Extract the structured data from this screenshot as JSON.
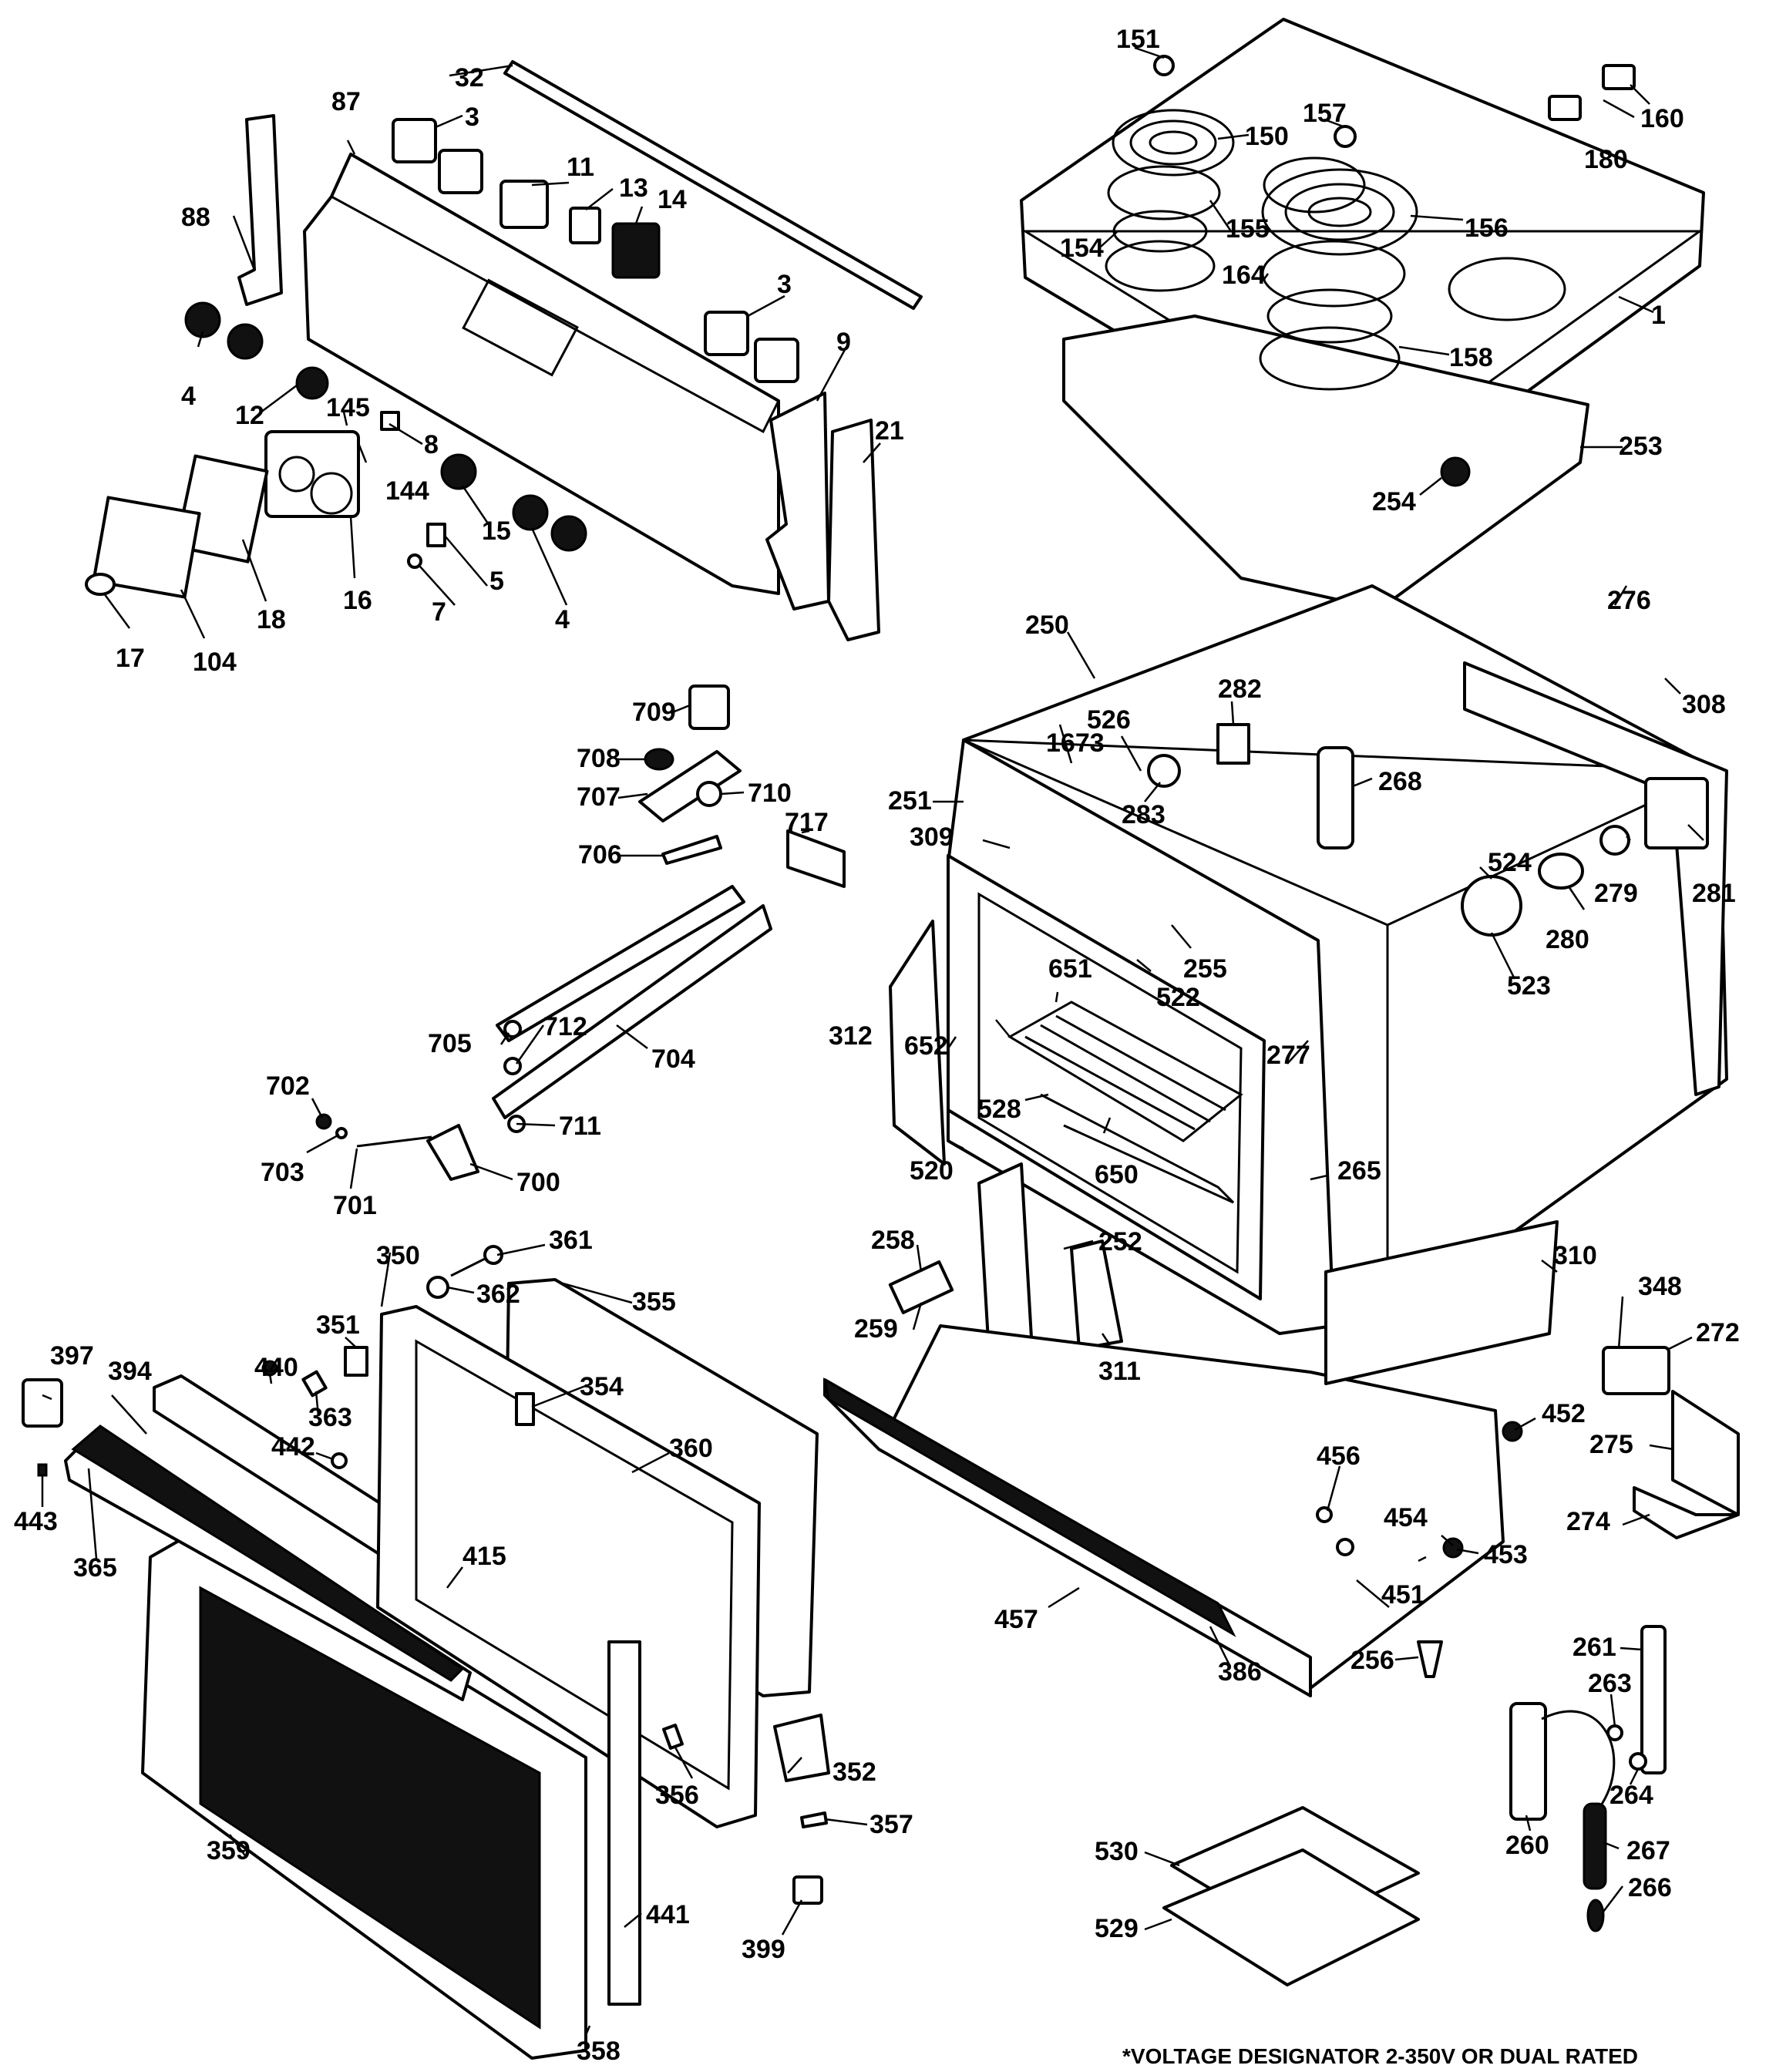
{
  "footer_note": "*VOLTAGE DESIGNATOR 2-350V OR DUAL RATED",
  "labels": {
    "l1": "1",
    "l3a": "3",
    "l3b": "3",
    "l4a": "4",
    "l4b": "4",
    "l5": "5",
    "l7": "7",
    "l8": "8",
    "l9": "9",
    "l11": "11",
    "l12": "12",
    "l13": "13",
    "l14": "14",
    "l15": "15",
    "l16": "16",
    "l17": "17",
    "l18": "18",
    "l21": "21",
    "l32": "32",
    "l87": "87",
    "l88": "88",
    "l104": "104",
    "l144": "144",
    "l145": "145",
    "l150": "150",
    "l151": "151",
    "l154": "154",
    "l155": "155",
    "l156": "156",
    "l157": "157",
    "l158": "158",
    "l160": "160",
    "l164": "164",
    "l180": "180",
    "l250": "250",
    "l251": "251",
    "l252": "252",
    "l253": "253",
    "l254": "254",
    "l255": "255",
    "l256": "256",
    "l258": "258",
    "l259": "259",
    "l260": "260",
    "l261": "261",
    "l263": "263",
    "l264": "264",
    "l265": "265",
    "l266": "266",
    "l267": "267",
    "l268": "268",
    "l272": "272",
    "l274": "274",
    "l275": "275",
    "l276": "276",
    "l277": "277",
    "l279": "279",
    "l280": "280",
    "l281": "281",
    "l282": "282",
    "l283": "283",
    "l308": "308",
    "l309": "309",
    "l310": "310",
    "l311": "311",
    "l312": "312",
    "l348": "348",
    "l350": "350",
    "l351": "351",
    "l352": "352",
    "l354": "354",
    "l355": "355",
    "l356": "356",
    "l357": "357",
    "l358": "358",
    "l359": "359",
    "l360": "360",
    "l361": "361",
    "l362": "362",
    "l363": "363",
    "l365": "365",
    "l386": "386",
    "l394": "394",
    "l397": "397",
    "l399": "399",
    "l415": "415",
    "l440": "440",
    "l441": "441",
    "l442": "442",
    "l443": "443",
    "l451": "451",
    "l452": "452",
    "l453": "453",
    "l454": "454",
    "l456": "456",
    "l457": "457",
    "l520": "520",
    "l522": "522",
    "l523": "523",
    "l524": "524",
    "l526": "526",
    "l528": "528",
    "l529": "529",
    "l530": "530",
    "l650": "650",
    "l651": "651",
    "l652": "652",
    "l700": "700",
    "l701": "701",
    "l702": "702",
    "l703": "703",
    "l704": "704",
    "l705": "705",
    "l706": "706",
    "l707": "707",
    "l708": "708",
    "l709": "709",
    "l710": "710",
    "l711": "711",
    "l712": "712",
    "l717": "717",
    "l1673": "1673"
  }
}
